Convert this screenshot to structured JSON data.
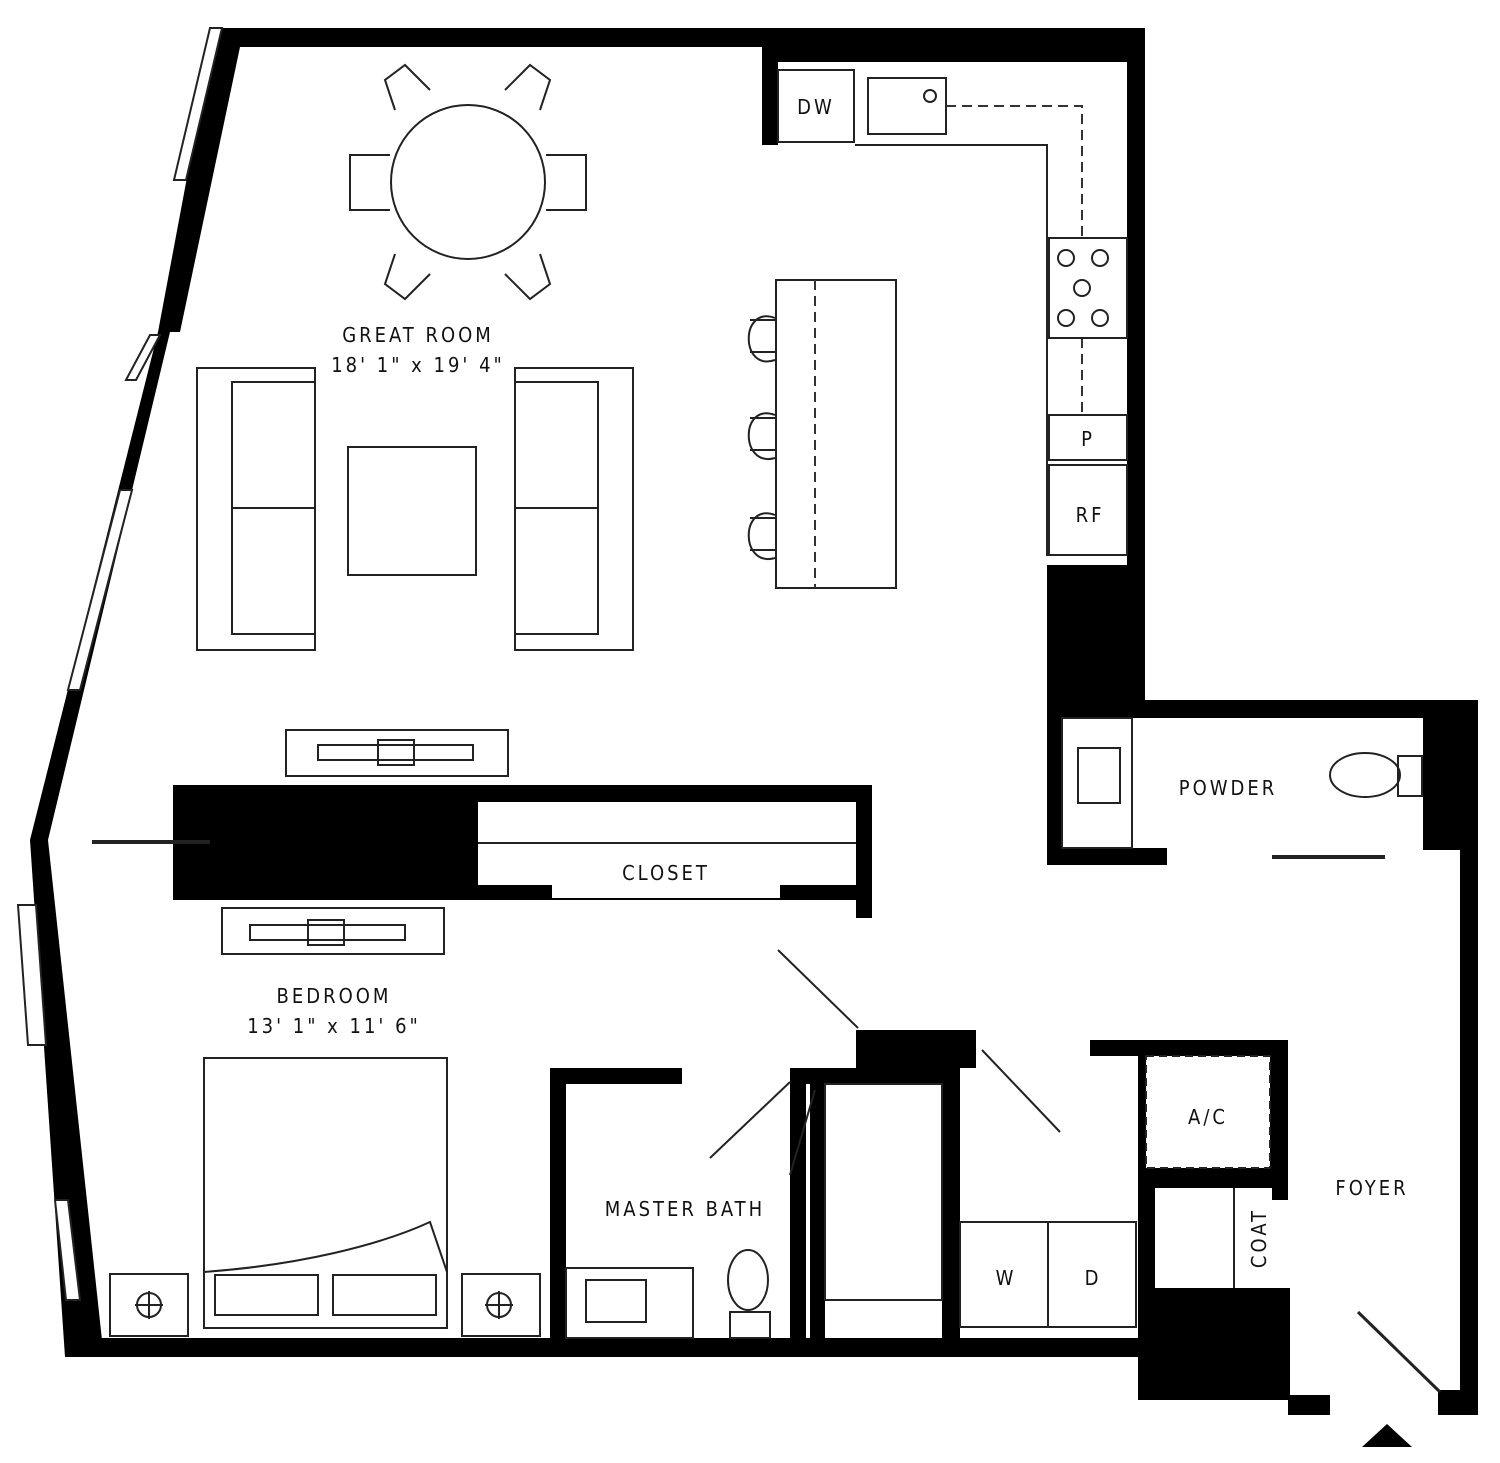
{
  "rooms": {
    "great_room": {
      "name": "GREAT ROOM",
      "dims": "18' 1\" x 19' 4\""
    },
    "bedroom": {
      "name": "BEDROOM",
      "dims": "13' 1\" x 11' 6\""
    },
    "master_bath": {
      "name": "MASTER BATH"
    },
    "powder": {
      "name": "POWDER"
    },
    "closet": {
      "name": "CLOSET"
    },
    "foyer": {
      "name": "FOYER"
    },
    "ac": {
      "name": "A/C"
    },
    "coat": {
      "name": "COAT"
    }
  },
  "appliances": {
    "dishwasher": "DW",
    "pantry": "P",
    "refrigerator": "RF",
    "washer": "W",
    "dryer": "D"
  },
  "colors": {
    "wall": "#000000",
    "line": "#222222"
  }
}
